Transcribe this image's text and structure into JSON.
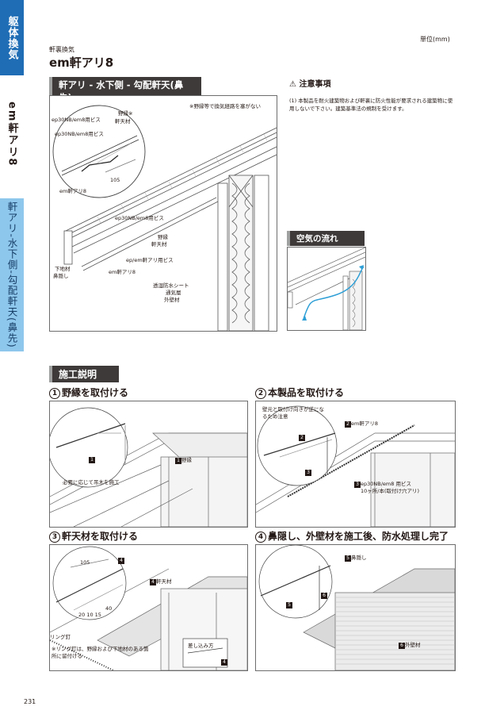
{
  "side": {
    "category": "躯体換気",
    "product": "em軒アリ8",
    "section": "軒アリ-水下側-勾配軒天(鼻先)"
  },
  "header": {
    "unit": "単位(mm)",
    "subtitle": "軒裏換気",
    "title": "em軒アリ8"
  },
  "section1": {
    "heading": "軒アリ - 水下側 - 勾配軒天(鼻先)",
    "note_ventilation": "※野縁等で換気経路を塞がない",
    "labels": {
      "noen_top": "野縁※",
      "nokuten_top": "軒天材",
      "screw_ep30": "ep30NB/em8用ビス",
      "screw_ep30b": "ep30NB/em8用ビス",
      "dim_105": "105",
      "em8_top": "em軒アリ8",
      "screw_ep30c": "ep30NB/em8用ビス",
      "noen_mid": "野縁",
      "nokuten_mid": "軒天材",
      "screw_ep": "ep/em軒アリ用ビス",
      "shitaji": "下地材",
      "hanakakushi": "鼻隠し",
      "em8_bottom": "em軒アリ8",
      "sheet": "透湿防水シート",
      "tsukiso": "通気層",
      "gaiheki": "外壁材"
    }
  },
  "caution": {
    "title": "注意事項",
    "items": [
      "(1) 本製品を耐火建築物および軒裏に防火性能が要求される建築物に使用しないで下さい。建築基準法の規制を受けます。"
    ]
  },
  "airflow": {
    "heading": "空気の流れ"
  },
  "construction": {
    "heading": "施工説明",
    "steps": [
      {
        "num": "1",
        "title": "野縁を取付ける",
        "labels": {
          "tag1": "1",
          "noen": "野縁",
          "note": "必要に応じて吊木を施工"
        }
      },
      {
        "num": "2",
        "title": "本製品を取付ける",
        "labels": {
          "note": "壁元と取付け向きが逆になるため注意",
          "tag2": "2",
          "product": "em軒アリ8",
          "tag2b": "2",
          "tag3": "3",
          "screw": "ep30NB/em8 用ビス",
          "screw_note": "10ヶ所/本(取付け穴アリ)"
        }
      },
      {
        "num": "3",
        "title": "軒天材を取付ける",
        "labels": {
          "dim_105": "105",
          "tag4": "4",
          "nokuten": "軒天材",
          "dims": "20 10 15",
          "dim_40": "40",
          "ring": "リング釘",
          "ring_note": "※リング釘は、野縁および下地材のある箇所に留付ける",
          "insert": "差し込み方",
          "tag4b": "4"
        }
      },
      {
        "num": "4",
        "title": "鼻隠し、外壁材を施工後、防水処理し完了",
        "labels": {
          "tag5": "5",
          "hanakakushi": "鼻隠し",
          "tag6": "6",
          "tag5b": "5",
          "tag6b": "6",
          "gaiheki": "外壁材"
        }
      }
    ]
  },
  "footer": {
    "page": "231"
  }
}
